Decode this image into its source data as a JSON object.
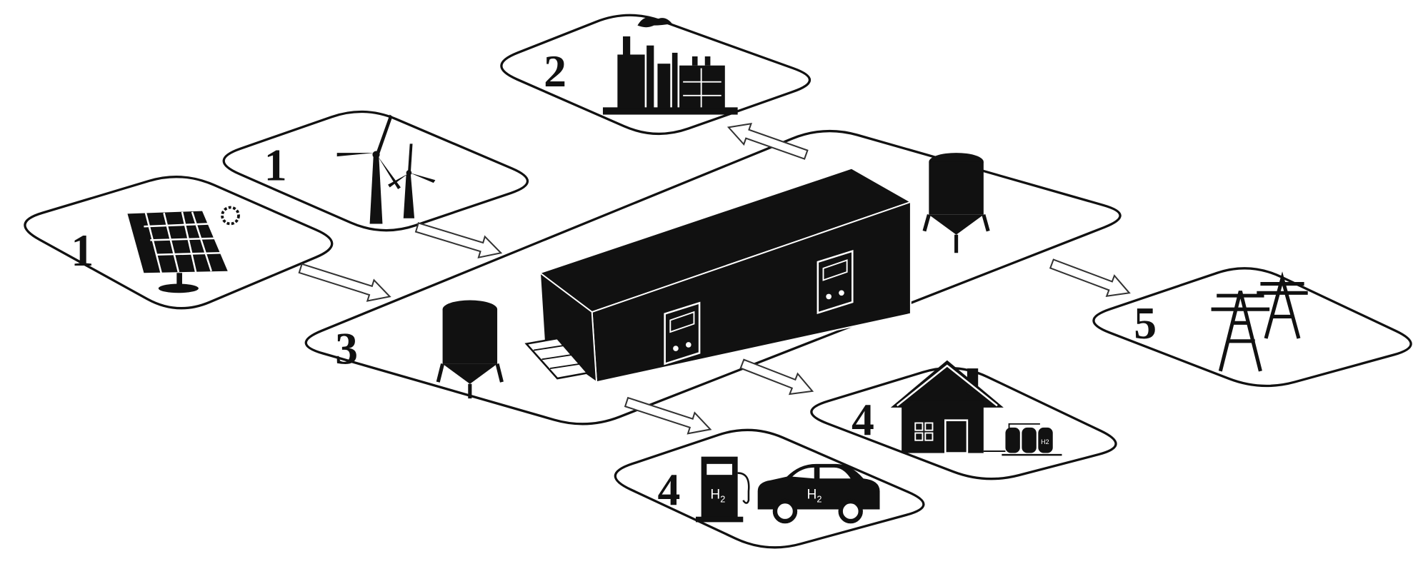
{
  "title": "Hydrogen energy system diagram",
  "colors": {
    "ink": "#111111",
    "background": "#ffffff"
  },
  "panels": {
    "solar": {
      "number": "1",
      "icon": "solar-panel-icon"
    },
    "wind": {
      "number": "1",
      "icon": "wind-turbine-icon"
    },
    "industry": {
      "number": "2",
      "icon": "factory-icon"
    },
    "electrolyzer": {
      "number": "3",
      "icon": "container-electrolyzer-icon"
    },
    "house": {
      "number": "4",
      "icon": "house-icon",
      "cylinder_label": "H2"
    },
    "mobility": {
      "number": "4",
      "icon": "car-icon",
      "pump_label": "H",
      "pump_sub": "2",
      "car_label": "H",
      "car_sub": "2"
    },
    "grid": {
      "number": "5",
      "icon": "power-pylon-icon"
    }
  }
}
